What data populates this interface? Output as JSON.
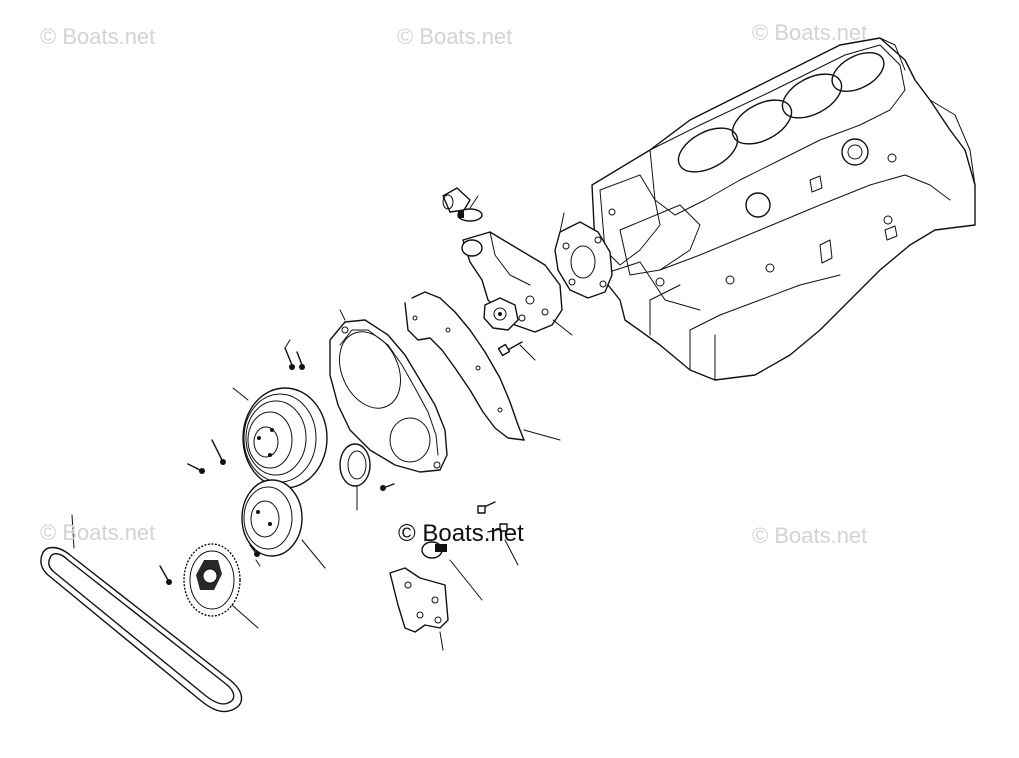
{
  "watermarks": [
    "© Boats.net",
    "© Boats.net",
    "© Boats.net",
    "© Boats.net",
    "© Boats.net"
  ],
  "center_watermark": "© Boats.net",
  "colors": {
    "line": "#111111",
    "watermark": "#d3d3d3",
    "background": "#ffffff"
  }
}
